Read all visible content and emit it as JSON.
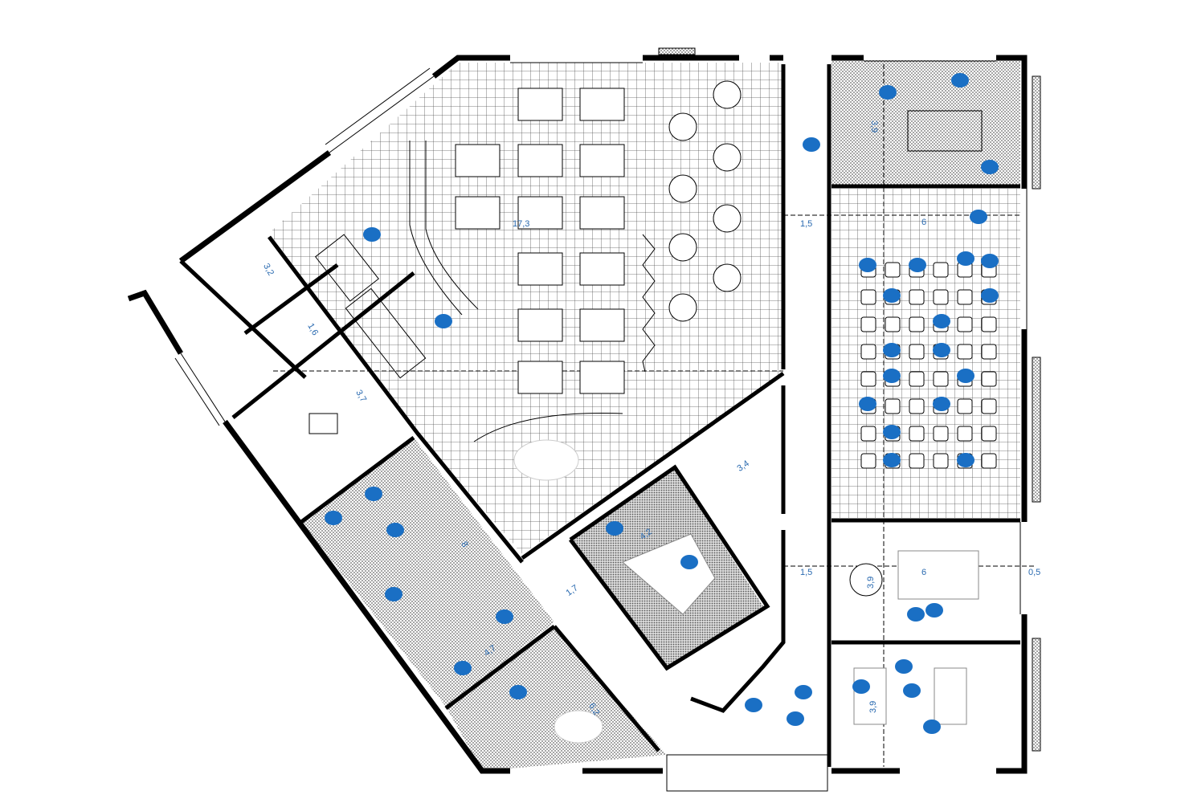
{
  "plan": {
    "title": "Floor plan",
    "accent_color": "#1a6fc4",
    "wall_color": "#000000",
    "dimension_color": "#2a6ab0",
    "dimensions": {
      "hall_width": "17,3",
      "corridor_upper": "1,5",
      "corridor_lower": "1,5",
      "top_room_depth": "3,9",
      "auditorium_width": "6",
      "lounge_width": "6",
      "lounge_depth": "3,9",
      "game_room_depth": "3,9",
      "window_gap": "0,5",
      "office_depth": "3,2",
      "wc_depth": "1,6",
      "kitchen_depth": "3,7",
      "workshop_length": "8",
      "workshop_depth": "4,7",
      "passage_width": "1,7",
      "center_room_width": "4,2",
      "storage_width": "3,4",
      "dining_room_width": "6,2"
    }
  }
}
